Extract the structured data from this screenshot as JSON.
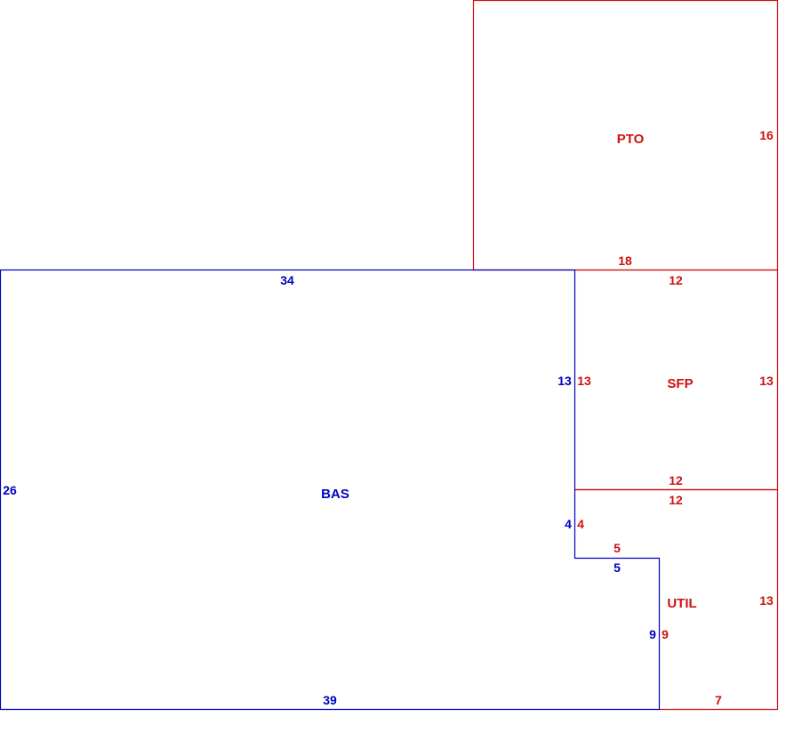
{
  "colors": {
    "bas": "#0000c0",
    "addition": "#d01010"
  },
  "areas": {
    "bas": {
      "label": "BAS",
      "dims": {
        "top": "34",
        "left": "26",
        "bottom": "39",
        "right_upper": "13",
        "right_mid": "4",
        "notch": "5",
        "right_lower": "9"
      }
    },
    "pto": {
      "label": "PTO",
      "dims": {
        "right": "16",
        "bottom": "18"
      }
    },
    "sfp": {
      "label": "SFP",
      "dims": {
        "top": "12",
        "left": "13",
        "right": "13",
        "bottom": "12"
      }
    },
    "util": {
      "label": "UTIL",
      "dims": {
        "top": "12",
        "left_upper": "4",
        "notch": "5",
        "left_lower": "9",
        "right": "13",
        "bottom": "7"
      }
    }
  }
}
